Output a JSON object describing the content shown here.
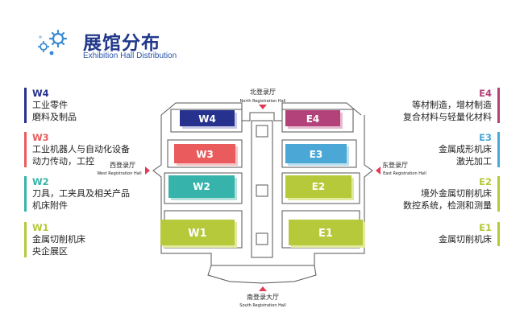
{
  "header": {
    "title": "展馆分布",
    "subtitle": "Exhibition Hall Distribution"
  },
  "colors": {
    "navy": "#27328f",
    "red": "#ea5b5d",
    "teal": "#36b3aa",
    "lime": "#b5c93a",
    "magenta": "#b4427a",
    "sky": "#4ba8d6"
  },
  "halls": {
    "W4": {
      "label": "W4",
      "lines": [
        "工业零件",
        "磨料及制品"
      ]
    },
    "W3": {
      "label": "W3",
      "lines": [
        "工业机器人与自动化设备",
        "动力传动，工控"
      ]
    },
    "W2": {
      "label": "W2",
      "lines": [
        "刀具，工夹具及相关产品",
        "机床附件"
      ]
    },
    "W1": {
      "label": "W1",
      "lines": [
        "金属切削机床",
        "央企展区"
      ]
    },
    "E4": {
      "label": "E4",
      "lines": [
        "等材制造，增材制造",
        "复合材料与轻量化材料"
      ]
    },
    "E3": {
      "label": "E3",
      "lines": [
        "金属成形机床",
        "激光加工"
      ]
    },
    "E2": {
      "label": "E2",
      "lines": [
        "境外金属切削机床",
        "数控系统，检测和测量"
      ]
    },
    "E1": {
      "label": "E1",
      "lines": [
        "金属切削机床"
      ]
    }
  },
  "entrances": {
    "north": {
      "cn": "北登录厅",
      "en": "North Registration Hall"
    },
    "west": {
      "cn": "西登录厅",
      "en": "West Registration Hall"
    },
    "east": {
      "cn": "东登录厅",
      "en": "East Registration Hall"
    },
    "south": {
      "cn": "南登录大厅",
      "en": "South Registration Hall"
    }
  }
}
